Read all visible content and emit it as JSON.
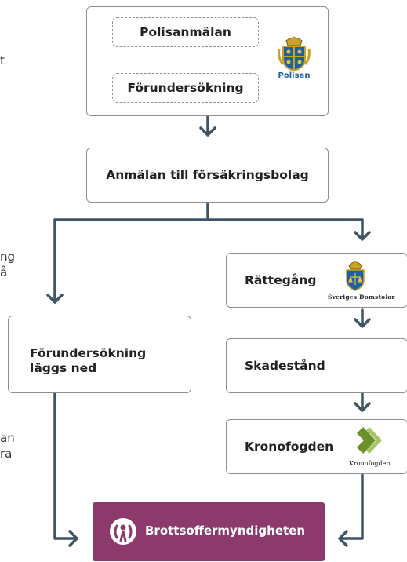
{
  "nodes": {
    "polisanmalan": "Polisanmälan",
    "forundersokning": "Förundersökning",
    "anmalan_forsakring": "Anmälan till försäkringsbolag",
    "forundersokning_nedlagd": "Förundersökning läggs ned",
    "rattegang": "Rättegång",
    "skadestand": "Skadestånd",
    "kronofogden": "Kronofogden",
    "brottsoffer": "Brottsoffermyndigheten"
  },
  "logos": {
    "polisen": "Polisen",
    "domstolar": "Sveriges Domstolar",
    "kronofogden": "Kronofogden"
  },
  "cut_text": {
    "t1": "t",
    "t2": "ng",
    "t3": "å",
    "t4": "an",
    "t5": "ra"
  },
  "colors": {
    "arrow": "#3f5566",
    "brottsoffer": "#8c3a6b",
    "police_blue": "#1f5fa6",
    "kronofogden_green": "#6b8f2a"
  },
  "icons": [
    "police-logo-icon",
    "domstolar-logo-icon",
    "kronofogden-logo-icon",
    "brottsoffer-logo-icon"
  ]
}
